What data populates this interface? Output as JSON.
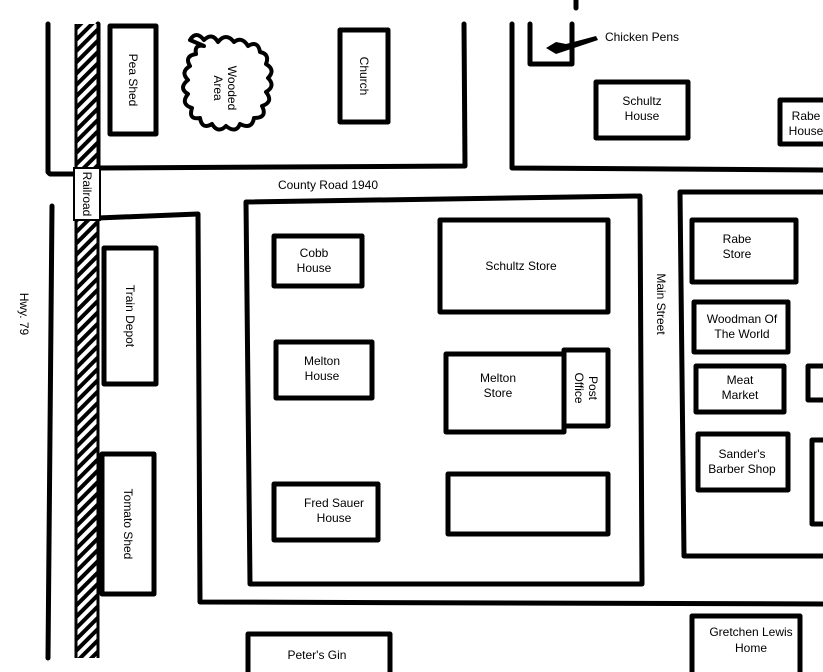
{
  "roads": {
    "county_road": "County Road 1940",
    "main_street": "Main Street",
    "highway": "Hwy. 79",
    "railroad": "Railroad"
  },
  "buildings": {
    "pea_shed": "Pea Shed",
    "wooded_area": [
      "Wooded",
      "Area"
    ],
    "church": "Church",
    "chicken_pens": "Chicken Pens",
    "schultz_house": [
      "Schultz",
      "House"
    ],
    "rabe_house": [
      "Rabe",
      "House"
    ],
    "train_depot": "Train Depot",
    "cobb_house": [
      "Cobb",
      "House"
    ],
    "schultz_store": "Schultz Store",
    "rabe_store": [
      "Rabe",
      "Store"
    ],
    "woodman": [
      "Woodman Of",
      "The World"
    ],
    "melton_house": [
      "Melton",
      "House"
    ],
    "melton_store": [
      "Melton",
      "Store"
    ],
    "post_office": [
      "Post",
      "Office"
    ],
    "meat_market": [
      "Meat",
      "Market"
    ],
    "barber_shop": [
      "Sander's",
      "Barber Shop"
    ],
    "tomato_shed": "Tomato Shed",
    "fred_sauer_house": [
      "Fred Sauer",
      "House"
    ],
    "peters_gin": "Peter's Gin",
    "gretchen_lewis_home": [
      "Gretchen Lewis",
      "Home"
    ]
  }
}
